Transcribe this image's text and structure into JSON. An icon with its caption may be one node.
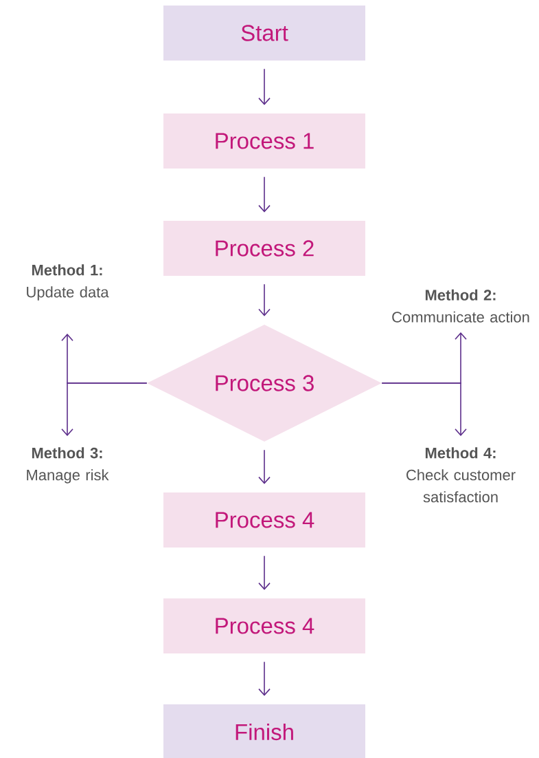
{
  "diagram": {
    "nodes": [
      {
        "text": [
          "Start"
        ]
      },
      {
        "text": [
          "Process 1"
        ]
      },
      {
        "text": [
          "Process 2"
        ]
      },
      {
        "text": [
          "Process 3"
        ]
      },
      {
        "text": [
          "Process 4"
        ]
      },
      {
        "text": [
          "Process 4"
        ]
      },
      {
        "text": [
          "Finish"
        ]
      },
      {
        "text": [
          "Method 1:",
          "Update data"
        ]
      },
      {
        "text": [
          "Method 2:",
          "Communicate action"
        ]
      },
      {
        "text": [
          "Method 3:",
          "Manage risk"
        ]
      },
      {
        "text": [
          "Method 4:",
          "Check customer satisfaction"
        ]
      }
    ],
    "edges": [
      {
        "from": 0,
        "to": 1,
        "arrow": "to"
      },
      {
        "from": 1,
        "to": 2,
        "arrow": "to"
      },
      {
        "from": 2,
        "to": 3,
        "arrow": "to"
      },
      {
        "from": 3,
        "to": 4,
        "arrow": "to"
      },
      {
        "from": 4,
        "to": 5,
        "arrow": "to"
      },
      {
        "from": 5,
        "to": 6,
        "arrow": "to"
      },
      {
        "from": 3,
        "to": 7,
        "arrow": "to"
      },
      {
        "from": 3,
        "to": 9,
        "arrow": "to"
      },
      {
        "from": 3,
        "to": 8,
        "arrow": "to"
      },
      {
        "from": 3,
        "to": 10,
        "arrow": "to"
      }
    ]
  }
}
